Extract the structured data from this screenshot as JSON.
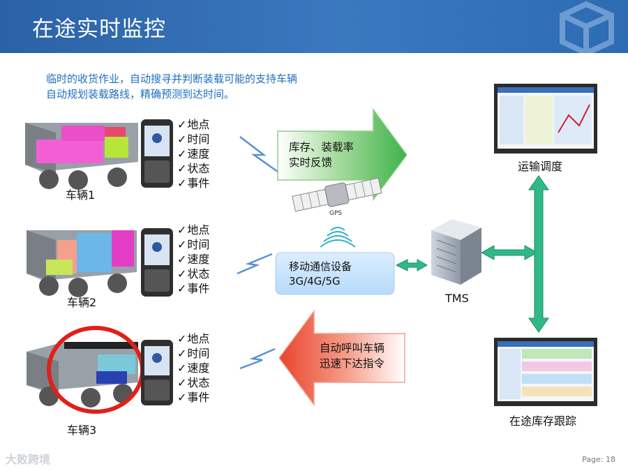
{
  "header": {
    "title": "在途实时监控"
  },
  "intro": {
    "line1": "临时的收货作业，自动搜寻并判断装载可能的支持车辆",
    "line2": "自动规划装载路线，精确预测到达时间。"
  },
  "vehicles": [
    {
      "label": "车辆1",
      "checklist": [
        "地点",
        "时间",
        "速度",
        "状态",
        "事件"
      ]
    },
    {
      "label": "车辆2",
      "checklist": [
        "地点",
        "时间",
        "速度",
        "状态",
        "事件"
      ]
    },
    {
      "label": "车辆3",
      "checklist": [
        "地点",
        "时间",
        "速度",
        "状态",
        "事件"
      ]
    }
  ],
  "green_arrow": {
    "line1": "库存、装载率",
    "line2": "实时反馈"
  },
  "red_arrow": {
    "line1": "自动呼叫车辆",
    "line2": "迅速下达指令"
  },
  "satellite": {
    "label": "GPS"
  },
  "mobile_device": {
    "line1": "移动通信设备",
    "line2": "3G/4G/5G"
  },
  "server": {
    "label": "TMS"
  },
  "screens": {
    "top_label": "运输调度",
    "bottom_label": "在途库存跟踪"
  },
  "watermark": "大败跨境",
  "footer": {
    "page": "Page: 18"
  },
  "colors": {
    "banner": "#2b62a6",
    "intro_text": "#1f6fbf",
    "arrow_green": "#3fb24a",
    "arrow_red": "#e9432c",
    "connector": "#2fb987",
    "highlight_ring": "#e0201a"
  }
}
